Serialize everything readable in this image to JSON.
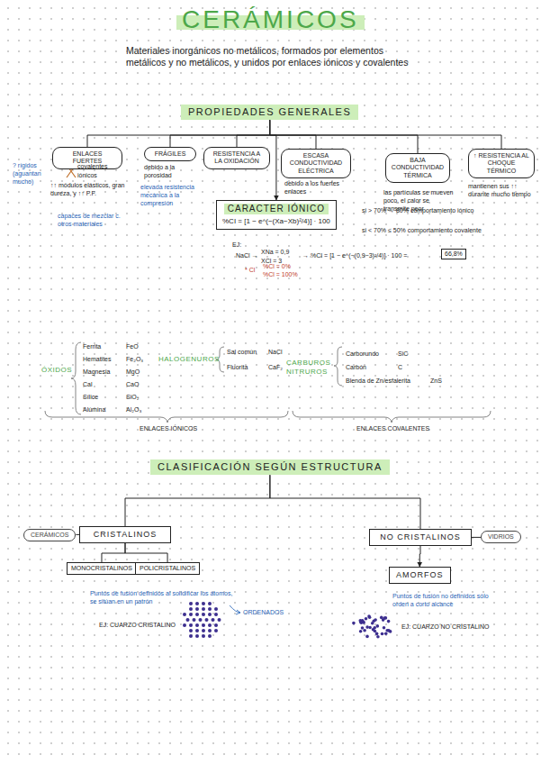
{
  "diagram": {
    "title": "CERÁMICOS",
    "nodes": [
      {
        "text": [
          "PROPIEDADES GENERALES"
        ]
      },
      {
        "text": [
          "ENLACES FUERTES"
        ]
      },
      {
        "text": [
          "FRÁGILES"
        ]
      },
      {
        "text": [
          "RESISTENCIA A LA OXIDACIÓN"
        ]
      },
      {
        "text": [
          "ESCASA CONDUCTIVIDAD ELÉCTRICA"
        ]
      },
      {
        "text": [
          "BAJA CONDUCTIVIDAD TÉRMICA"
        ]
      },
      {
        "text": [
          "↑ RESISTENCIA AL CHOQUE TÉRMICO"
        ]
      },
      {
        "text": [
          "CARACTER IÓNICO",
          "%CI = [1 − e^(−(Xa−Xb)²/4)] · 100"
        ]
      },
      {
        "text": [
          "CLASIFICACIÓN SEGÚN ESTRUCTURA"
        ]
      },
      {
        "text": [
          "CERÁMICOS"
        ]
      },
      {
        "text": [
          "CRISTALINOS"
        ]
      },
      {
        "text": [
          "MONOCRISTALINOS"
        ]
      },
      {
        "text": [
          "POLICRISTALINOS"
        ]
      },
      {
        "text": [
          "NO CRISTALINOS"
        ]
      },
      {
        "text": [
          "VIDRIOS"
        ]
      },
      {
        "text": [
          "AMORFOS"
        ]
      },
      {
        "text": [
          "66,8%"
        ]
      }
    ],
    "edges": [
      {
        "from": 0,
        "to": 1,
        "arrow": "none"
      },
      {
        "from": 0,
        "to": 2,
        "arrow": "none"
      },
      {
        "from": 0,
        "to": 3,
        "arrow": "none"
      },
      {
        "from": 0,
        "to": 4,
        "arrow": "none"
      },
      {
        "from": 0,
        "to": 5,
        "arrow": "none"
      },
      {
        "from": 0,
        "to": 6,
        "arrow": "none"
      },
      {
        "from": 0,
        "to": 7,
        "arrow": "to"
      },
      {
        "from": 8,
        "to": 10,
        "arrow": "none"
      },
      {
        "from": 8,
        "to": 13,
        "arrow": "none"
      },
      {
        "from": 10,
        "to": 11,
        "arrow": "none"
      },
      {
        "from": 10,
        "to": 12,
        "arrow": "none"
      },
      {
        "from": 13,
        "to": 15,
        "arrow": "to"
      },
      {
        "from": 9,
        "to": 10,
        "arrow": "none"
      },
      {
        "from": 14,
        "to": 13,
        "arrow": "none"
      }
    ],
    "labels": [
      "Materiales inorgánicos no metálicos, formados por elementos metálicos y no metálicos, y unidos por enlaces iónicos y covalentes",
      "? rígidos (aguantan mucho)",
      "covalentes",
      "iónicos",
      "↑↑ módulos elásticos, gran dureza, y ↑↑ P.F.",
      "capaces de mezclar c. otros materiales",
      "debido a la porosidad",
      "elevada resistencia mecánica a la compresión",
      "debido a los fuertes enlaces",
      "las partículas se mueven poco, el calor se transmite peor",
      "mantienen sus ↑↑ durante mucho tiempo",
      "si > 70% → 80% comportamiento iónico",
      "si < 70% ≤ 50% comportamiento covalente",
      "EJ:",
      "NaCl →",
      "XNa = 0,9",
      "XCl = 3",
      "→ %CI = [1 − e^(−(0,9−3)²/4)] · 100 =",
      "* Cl",
      "%Cl = 0%",
      "%Cl = 100%",
      "ÓXIDOS",
      "Ferrita",
      "FeO",
      "Hematites",
      "Fe₂O₃",
      "Magnesia",
      "MgO",
      "Cal",
      "CaO",
      "Sílice",
      "SiO₂",
      "Alúmina",
      "Al₂O₃",
      "HALOGENUROS",
      "Sal común",
      "NaCl",
      "Fluorita",
      "CaF₂",
      "ENLACES IÓNICOS",
      "CARBUROS NITRUROS",
      "Carborundo",
      "SiC",
      "Carbón",
      "C",
      "Blenda de Zn/esfalerita",
      "ZnS",
      "ENLACES COVALENTES",
      "Puntos de fusión definidos al solidificar los átomos, se sitúan en un patrón",
      "ORDENADOS",
      "EJ: CUARZO CRISTALINO",
      "Puntos de fusión no definidos sólo orden a corto alcance",
      "EJ: CUARZO NO CRISTALINO"
    ]
  }
}
